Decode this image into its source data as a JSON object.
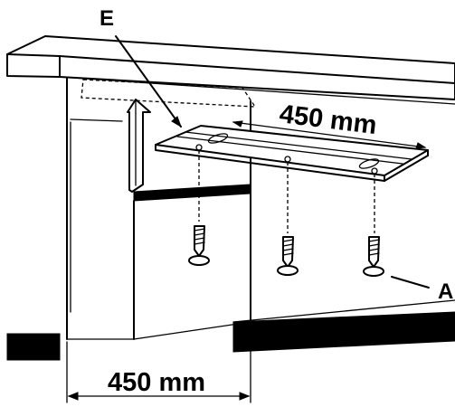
{
  "labels": {
    "callout_e": "E",
    "callout_a": "A",
    "width_top": "450 mm",
    "width_bottom": "450 mm"
  }
}
